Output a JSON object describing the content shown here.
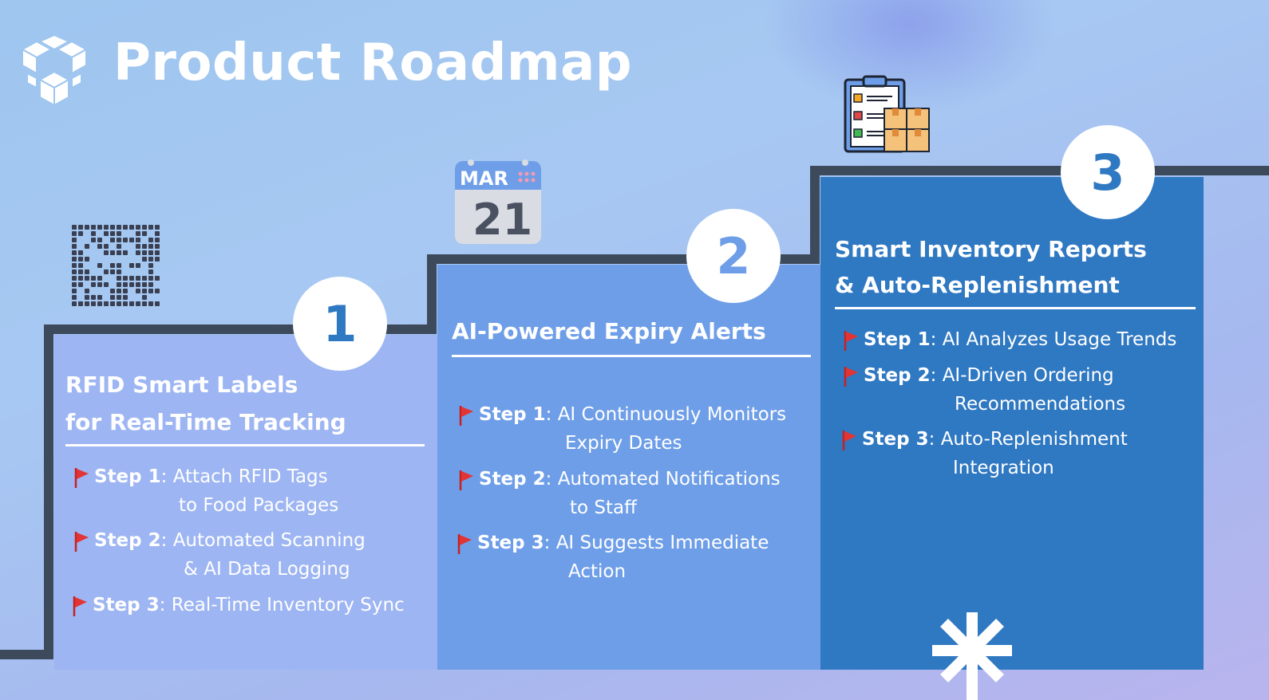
{
  "page": {
    "title": "Product Roadmap",
    "logo_icon": "cube-network-logo"
  },
  "colors": {
    "stair_line": "#3d4a5c",
    "panel1": "#9db5f2",
    "panel2": "#6e9ee8",
    "panel3": "#2f78c2",
    "flag": "#d62828"
  },
  "stages": [
    {
      "number": "1",
      "icon": "qr-code-icon",
      "title_line1": "RFID Smart Labels",
      "title_line2": "for Real-Time Tracking",
      "steps": [
        {
          "label": "Step 1",
          "text": ": Attach RFID Tags",
          "cont": "to Food Packages"
        },
        {
          "label": "Step 2",
          "text": ": Automated Scanning",
          "cont": "& AI Data Logging"
        },
        {
          "label": "Step 3",
          "text": ": Real-Time Inventory Sync",
          "cont": ""
        }
      ]
    },
    {
      "number": "2",
      "icon": "calendar-icon",
      "calendar_month": "MAR",
      "calendar_day": "21",
      "title_line1": "AI-Powered Expiry Alerts",
      "steps": [
        {
          "label": "Step 1",
          "text": ": AI Continuously Monitors",
          "cont": "Expiry Dates"
        },
        {
          "label": "Step 2",
          "text": ": Automated Notifications",
          "cont": "to Staff"
        },
        {
          "label": "Step 3",
          "text": ": AI Suggests Immediate",
          "cont": "Action"
        }
      ]
    },
    {
      "number": "3",
      "icon": "clipboard-boxes-icon",
      "title_line1": "Smart Inventory Reports",
      "title_line2": "& Auto-Replenishment",
      "steps": [
        {
          "label": "Step 1",
          "text": ": AI Analyzes Usage Trends",
          "cont": ""
        },
        {
          "label": "Step 2",
          "text": ": AI-Driven Ordering",
          "cont": "Recommendations"
        },
        {
          "label": "Step 3",
          "text": ": Auto-Replenishment",
          "cont": "Integration"
        }
      ]
    }
  ]
}
